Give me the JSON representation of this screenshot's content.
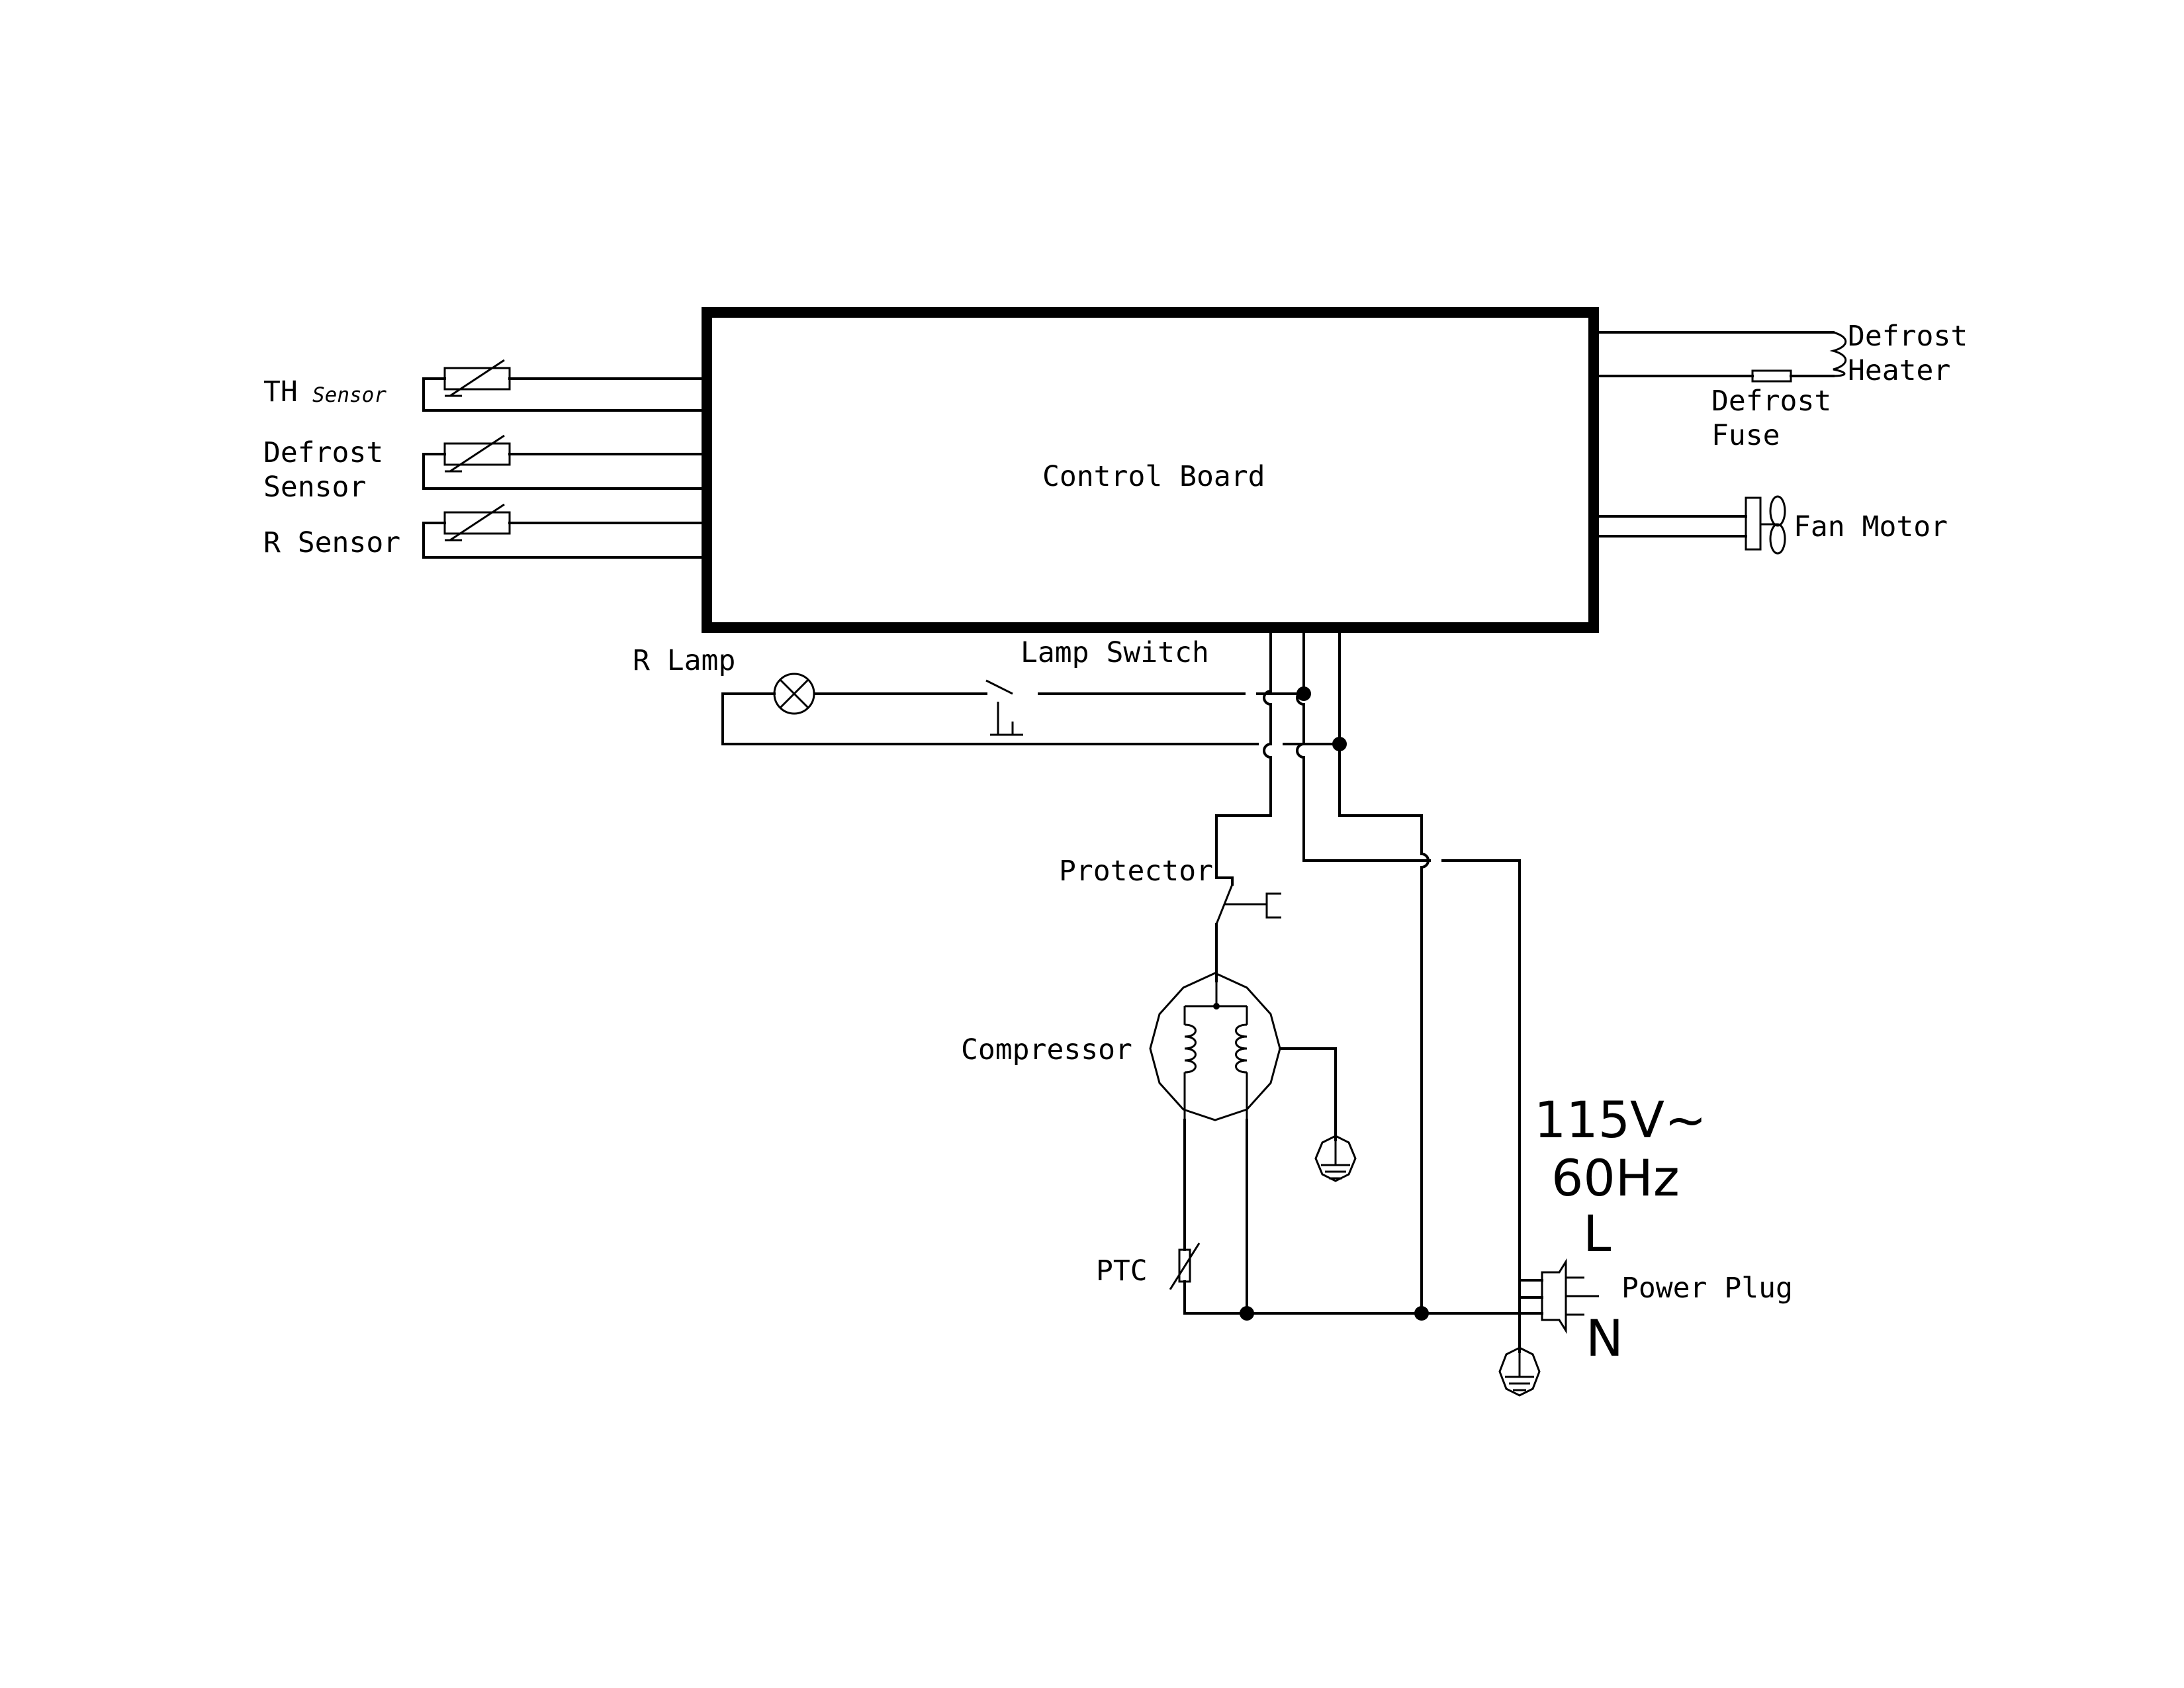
{
  "labels": {
    "control_board": "Control Board",
    "th_sensor": "TH",
    "th_sensor_suffix": "Sensor",
    "defrost_sensor_line1": "Defrost",
    "defrost_sensor_line2": "Sensor",
    "r_sensor": "R Sensor",
    "defrost_heater_line1": "Defrost",
    "defrost_heater_line2": "Heater",
    "defrost_fuse_line1": "Defrost",
    "defrost_fuse_line2": "Fuse",
    "fan_motor": "Fan Motor",
    "r_lamp": "R Lamp",
    "lamp_switch": "Lamp Switch",
    "protector": "Protector",
    "compressor": "Compressor",
    "ptc": "PTC",
    "voltage": "115V~",
    "frequency": "60Hz",
    "line": "L",
    "neutral": "N",
    "power_plug": "Power Plug"
  }
}
